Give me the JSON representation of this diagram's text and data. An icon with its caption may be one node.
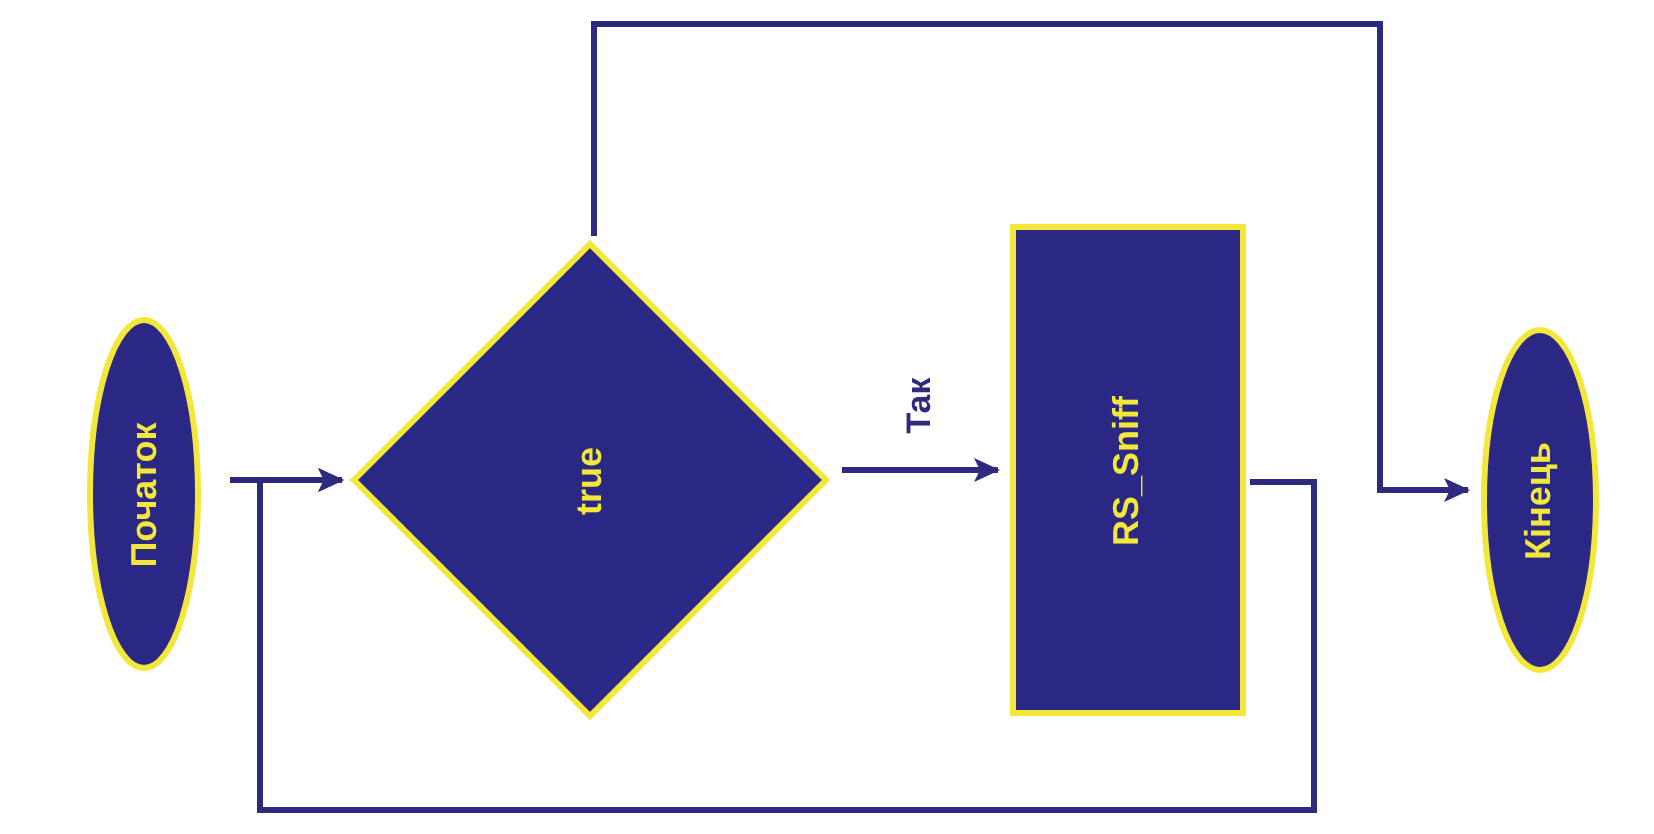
{
  "diagram": {
    "nodes": [
      {
        "text": [
          "Початок"
        ]
      },
      {
        "text": [
          "true"
        ]
      },
      {
        "text": [
          "RS_Sniff"
        ]
      },
      {
        "text": [
          "Кінець"
        ]
      }
    ],
    "edges": [
      {
        "from": 0,
        "to": 1,
        "arrow": "to"
      },
      {
        "from": 1,
        "to": 2,
        "arrow": "to",
        "label": "Так"
      },
      {
        "from": 2,
        "to": 1,
        "arrow": "to"
      },
      {
        "from": 1,
        "to": 3,
        "arrow": "to"
      }
    ]
  }
}
